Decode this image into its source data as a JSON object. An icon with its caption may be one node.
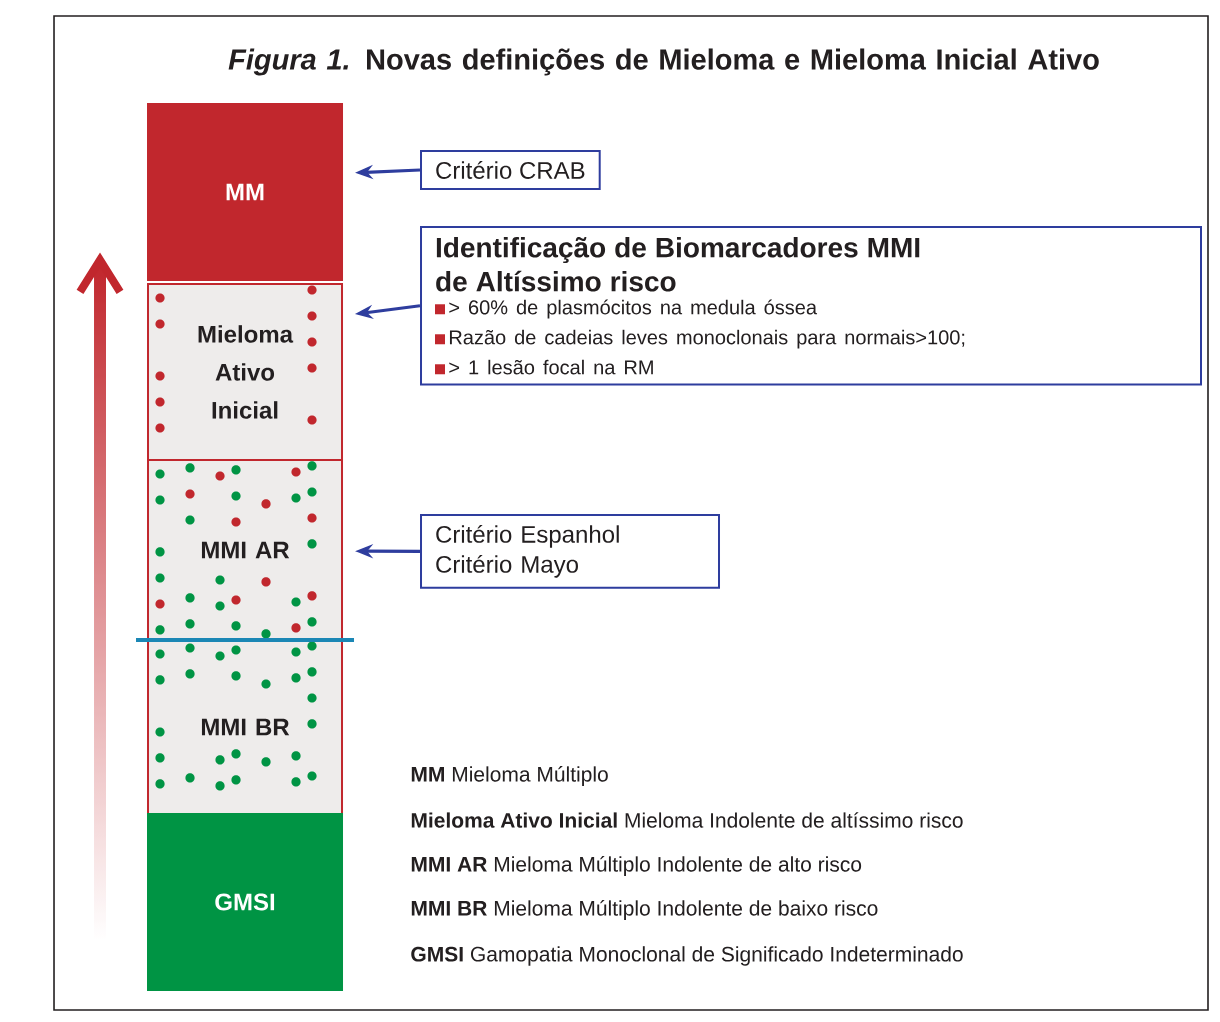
{
  "diagram": {
    "title": "*Figura 1.* Novas definições de Mieloma e Mieloma Inicial Ativo",
    "nodes": [
      {
        "text": [
          "MM"
        ]
      },
      {
        "text": [
          "Mieloma Ativo Inicial"
        ]
      },
      {
        "text": [
          "MMI AR"
        ]
      },
      {
        "text": [
          "MMI BR"
        ]
      },
      {
        "text": [
          "GMSI"
        ]
      },
      {
        "text": [
          "Critério CRAB"
        ]
      },
      {
        "text": [
          "Identificação de Biomarcadores MMI de Altíssimo risco",
          "> 60% de plasmócitos na medula óssea",
          "Razão de cadeias leves monoclonais para normais>100;",
          "> 1 lesão focal na RM"
        ]
      },
      {
        "text": [
          "Critério Espanhol",
          "Critério Mayo"
        ]
      }
    ],
    "edges": [
      {
        "from": 5,
        "to": 0,
        "arrow": "to"
      },
      {
        "from": 6,
        "to": 1,
        "arrow": "to"
      },
      {
        "from": 7,
        "to": 2,
        "arrow": "to"
      }
    ],
    "labels": [
      "**MM** Mieloma Múltiplo",
      "**Mieloma Ativo Inicial** Mieloma Indolente de altíssimo risco",
      "**MMI AR** Mieloma Múltiplo Indolente de alto risco",
      "**MMI BR** Mieloma Múltiplo Indolente de baixo risco",
      "**GMSI** Gamopatia Monoclonal de Significado Indeterminado"
    ]
  }
}
